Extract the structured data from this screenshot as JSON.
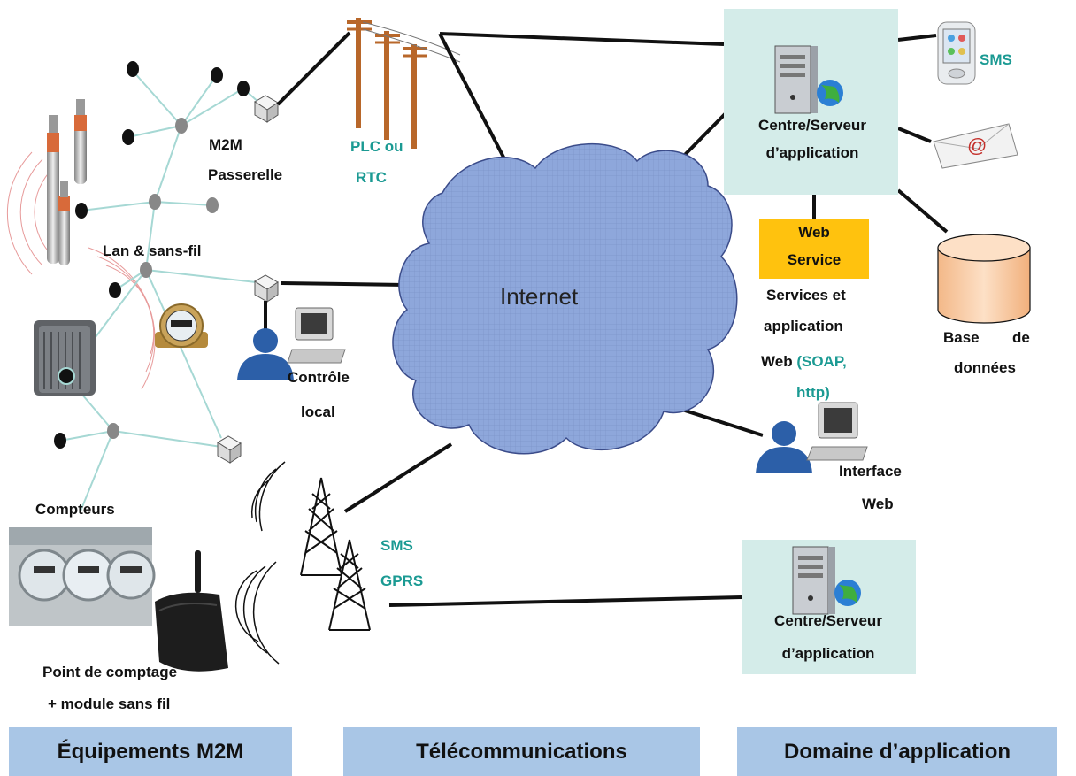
{
  "labels": {
    "m2m": "M2M",
    "passerelle": "Passerelle",
    "plc_ou": "PLC ou",
    "rtc": "RTC",
    "lan": "Lan & sans-fil",
    "controle": "Contrôle",
    "local": "local",
    "compteurs": "Compteurs",
    "point_comptage": "Point de comptage",
    "module": "+ module sans fil",
    "sms_tel": "SMS",
    "gprs": "GPRS",
    "internet": "Internet",
    "centre1_a": "Centre/Serveur",
    "centre1_b": "d’application",
    "sms_phone": "SMS",
    "web_service_a": "Web",
    "web_service_b": "Service",
    "services_a": "Services et",
    "services_b": "application",
    "services_c": "Web",
    "services_soap": "(SOAP,",
    "services_http": "http)",
    "base": "Base",
    "de": "de",
    "donnees": "données",
    "interface": "Interface",
    "web": "Web",
    "centre2_a": "Centre/Serveur",
    "centre2_b": "d’application",
    "email_at": "@"
  },
  "footer": {
    "equipements": "Équipements M2M",
    "telecom": "Télécommunications",
    "domaine": "Domaine d’application"
  },
  "colors": {
    "cloud": "#8ea7db",
    "teal_text": "#1b9a93",
    "server_box": "#d4ece9",
    "web_service": "#ffc20e",
    "footer_bar": "#a9c6e6",
    "database": "#f8c9a0"
  }
}
